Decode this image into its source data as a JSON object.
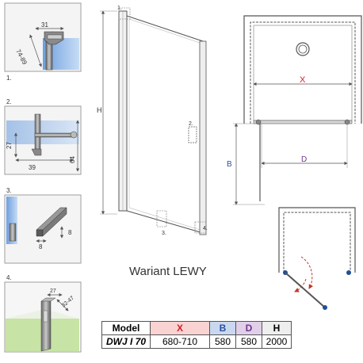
{
  "details": [
    {
      "number": "1.",
      "dim_width": "31",
      "dim_range": "74-89"
    },
    {
      "number": "2.",
      "dim_height": "27",
      "dim_width": "39",
      "dim_side": "64"
    },
    {
      "number": "3.",
      "dim_height": "8",
      "dim_width": "8"
    },
    {
      "number": "4.",
      "dim_width": "27",
      "dim_range": "32-47"
    }
  ],
  "door": {
    "height_label": "H",
    "callouts": [
      "1.",
      "2.",
      "3.",
      "4."
    ]
  },
  "plan": {
    "x_label": "X",
    "b_label": "B",
    "d_label": "D"
  },
  "variant_label": "Wariant LEWY",
  "table": {
    "headers": [
      "Model",
      "X",
      "B",
      "D",
      "H"
    ],
    "rows": [
      [
        "DWJ I 70",
        "680-710",
        "580",
        "580",
        "2000"
      ]
    ]
  },
  "colors": {
    "x": "#d0202a",
    "b": "#2c4fa0",
    "d": "#70368f",
    "glass": "#a9c8ef",
    "dim_line": "#555555",
    "swing_arc": "#c0392b",
    "floor": "#c7e3a5"
  }
}
